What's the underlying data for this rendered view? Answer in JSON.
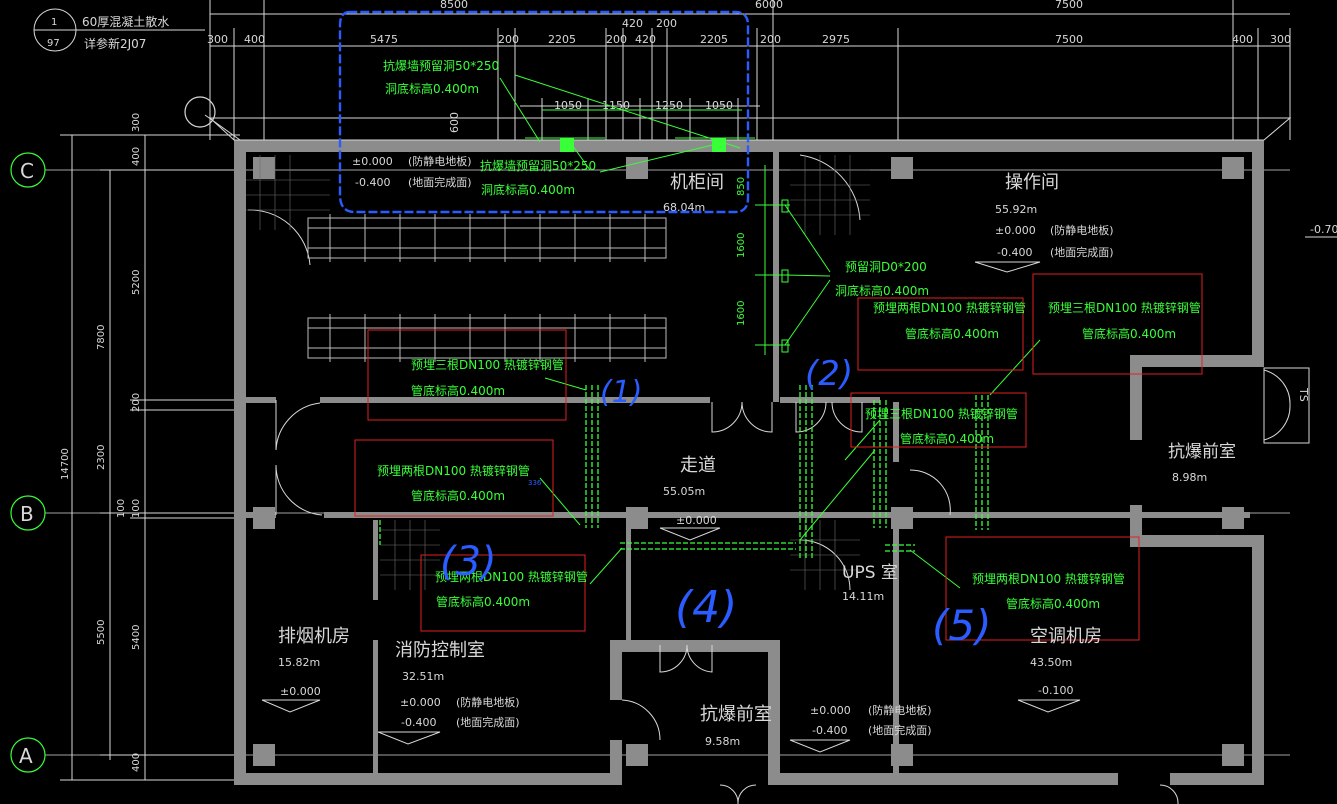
{
  "title_block": {
    "circle_top": "1",
    "circle_bottom": "97",
    "line1": "60厚混凝土散水",
    "line2": "详参新2J07"
  },
  "grid_axes": [
    {
      "label": "C"
    },
    {
      "label": "B"
    },
    {
      "label": "A"
    }
  ],
  "top_dims": {
    "overall": [
      "8500",
      "6000",
      "7500"
    ],
    "row1": [
      "420",
      "200"
    ],
    "row2": [
      "300",
      "400",
      "5475",
      "200",
      "2205",
      "200",
      "420",
      "2205",
      "200",
      "2975",
      "7500",
      "400",
      "300"
    ],
    "row3": [
      "1050",
      "1150",
      "1250",
      "1050"
    ],
    "small": [
      "600"
    ]
  },
  "left_dims": {
    "total": "14700",
    "mid": [
      "7800",
      "2300",
      "5500"
    ],
    "inner": [
      "300",
      "400",
      "5200",
      "200",
      "100",
      "100",
      "5400",
      "400"
    ]
  },
  "right_side": {
    "level": "-0.70",
    "mark": "TS"
  },
  "rooms": {
    "cabinet": {
      "name": "机柜间",
      "area": "68.04m"
    },
    "operation": {
      "name": "操作间",
      "area": "55.92m",
      "level1": "±0.000",
      "note1": "(防静电地板)",
      "level2": "-0.400",
      "note2": "(地面完成面)"
    },
    "corridor": {
      "name": "走道",
      "area": "55.05m",
      "level": "±0.000"
    },
    "front_right": {
      "name": "抗爆前室",
      "area": "8.98m"
    },
    "ups": {
      "name": "UPS 室",
      "area": "14.11m"
    },
    "smoke": {
      "name": "排烟机房",
      "area": "15.82m",
      "level": "±0.000"
    },
    "fire": {
      "name": "消防控制室",
      "area": "32.51m",
      "level1": "±0.000",
      "note1": "(防静电地板)",
      "level2": "-0.400",
      "note2": "(地面完成面)"
    },
    "front_bottom": {
      "name": "抗爆前室",
      "area": "9.58m"
    },
    "ups_levels": {
      "level1": "±0.000",
      "note1": "(防静电地板)",
      "level2": "-0.400",
      "note2": "(地面完成面)"
    },
    "aircon": {
      "name": "空调机房",
      "area": "43.50m",
      "level": "-0.100"
    },
    "cabinet_levels": {
      "level1": "±0.000",
      "note1": "(防静电地板)",
      "level2": "-0.400",
      "note2": "(地面完成面)"
    }
  },
  "green_notes": {
    "wall_hole1": "抗爆墙预留洞50*250",
    "wall_hole1_elev": "洞底标高0.400m",
    "wall_hole2": "抗爆墙预留洞50*250",
    "wall_hole2_elev": "洞底标高0.400m",
    "reserved": "预留洞D0*200",
    "reserved_elev": "洞底标高0.400m",
    "n1": "预埋三根DN100   热镀锌钢管",
    "n1_elev": "管底标高0.400m",
    "n2a": "预埋两根DN100   热镀锌钢管",
    "n2a_elev": "管底标高0.400m",
    "n2b": "预埋三根DN100   热镀锌钢管",
    "n2b_elev": "管底标高0.400m",
    "n_right": "预埋三根DN100   热镀锌钢管",
    "n_right_elev": "管底标高0.400m",
    "n_left2": "预埋两根DN100   热镀锌钢管",
    "n_left2_elev": "管底标高0.400m",
    "n3": "预埋两根DN100   热镀锌钢管",
    "n3_elev": "管底标高0.400m",
    "n5": "预埋两根DN100   热镀锌钢管",
    "n5_elev": "管底标高0.400m",
    "dim850": "850",
    "dim1600a": "1600",
    "dim1600b": "1600",
    "tiny": "336"
  },
  "handwritten": {
    "m1": "(1)",
    "m2": "(2)",
    "m3": "(3)",
    "m4": "(4)",
    "m5": "(5)"
  },
  "colors": {
    "background": "#000000",
    "wall": "#8c8c8c",
    "dim_line": "#d8d8d8",
    "annotation": "#39ff39",
    "highlight_box": "#e02020",
    "handwriting": "#2a5cff"
  }
}
